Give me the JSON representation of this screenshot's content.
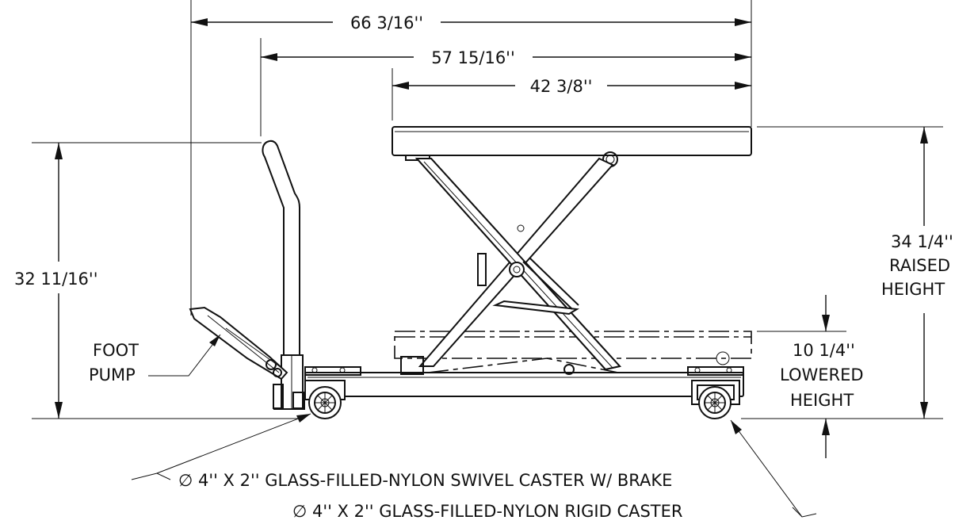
{
  "dimensions": {
    "overall_length": "66 3/16''",
    "frame_length": "57 15/16''",
    "table_length": "42 3/8''",
    "handle_height": "32 11/16''",
    "raised_height_value": "34 1/4''",
    "raised_height_line1": "RAISED",
    "raised_height_line2": "HEIGHT",
    "lowered_height_value": "10 1/4''",
    "lowered_height_line1": "LOWERED",
    "lowered_height_line2": "HEIGHT"
  },
  "labels": {
    "foot_pump_line1": "FOOT",
    "foot_pump_line2": "PUMP",
    "swivel_caster": "∅ 4'' X 2'' GLASS-FILLED-NYLON SWIVEL CASTER W/ BRAKE",
    "rigid_caster": "∅ 4'' X 2'' GLASS-FILLED-NYLON RIGID CASTER"
  }
}
